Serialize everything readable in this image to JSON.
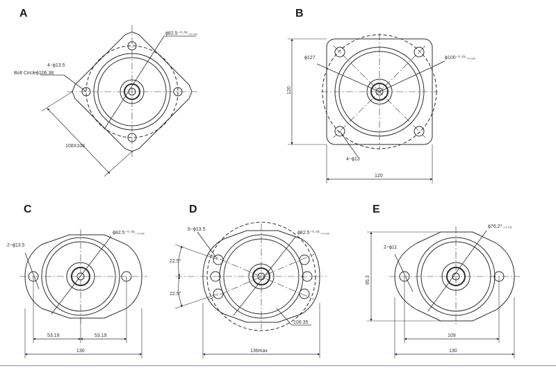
{
  "colors": {
    "line": "#2b2b2b",
    "footer_rule": "#b56bd6",
    "background": "#ffffff"
  },
  "flanges": [
    {
      "id": "A",
      "title": "A",
      "labels": {
        "pilot": "ϕ82.5⁻⁰·⁰³₋₀.₀₈",
        "holes": "4−ϕ13.5",
        "bolt_circle": "Bolt Circleϕ106.38",
        "size": "108X108"
      }
    },
    {
      "id": "B",
      "title": "B",
      "labels": {
        "outer": "ϕ127",
        "pilot": "ϕ100⁻⁰·⁰³₋₀.₀₈",
        "holes": "4−ϕ13",
        "height": "120",
        "width": "120"
      }
    },
    {
      "id": "C",
      "title": "C",
      "labels": {
        "holes": "2−ϕ13.5",
        "pilot": "ϕ82.5⁻⁰·⁰³₋₀.₀₈",
        "half_left": "53.19",
        "half_right": "53.19",
        "width": "130"
      }
    },
    {
      "id": "D",
      "title": "D",
      "labels": {
        "holes": "6−ϕ13.5",
        "pilot": "ϕ82.5⁻⁰·⁰³₋₀.₀₈",
        "angle_top": "22.5°",
        "angle_bottom": "22.5°",
        "bolt_circle": "106.35",
        "width": "136max"
      }
    },
    {
      "id": "E",
      "title": "E",
      "labels": {
        "pilot": "ϕ76.2⁰₋₀.₀₅",
        "holes": "2−ϕ11",
        "height": "95.3",
        "hole_span": "109",
        "width": "130"
      }
    }
  ]
}
